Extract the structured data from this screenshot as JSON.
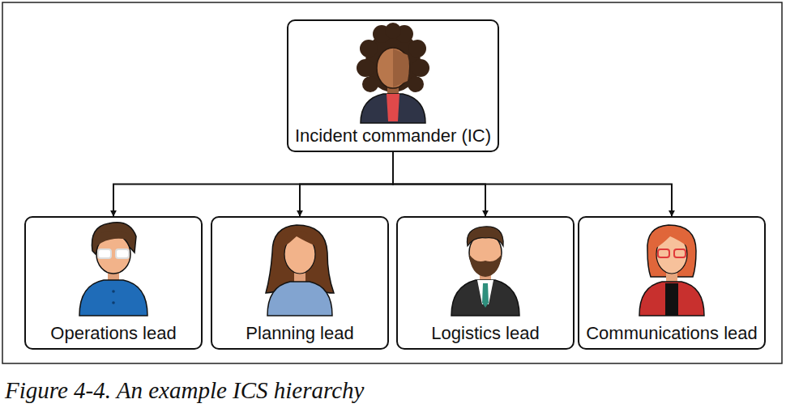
{
  "diagram": {
    "caption": "Figure 4-4. An example ICS hierarchy",
    "nodes": [
      {
        "text": [
          "Incident commander (IC)"
        ]
      },
      {
        "text": [
          "Operations lead"
        ]
      },
      {
        "text": [
          "Planning lead"
        ]
      },
      {
        "text": [
          "Logistics lead"
        ]
      },
      {
        "text": [
          "Communications lead"
        ]
      }
    ],
    "edges": [
      {
        "from": 0,
        "to": 1,
        "arrow": "to"
      },
      {
        "from": 0,
        "to": 2,
        "arrow": "to"
      },
      {
        "from": 0,
        "to": 3,
        "arrow": "to"
      },
      {
        "from": 0,
        "to": 4,
        "arrow": "to"
      }
    ]
  }
}
